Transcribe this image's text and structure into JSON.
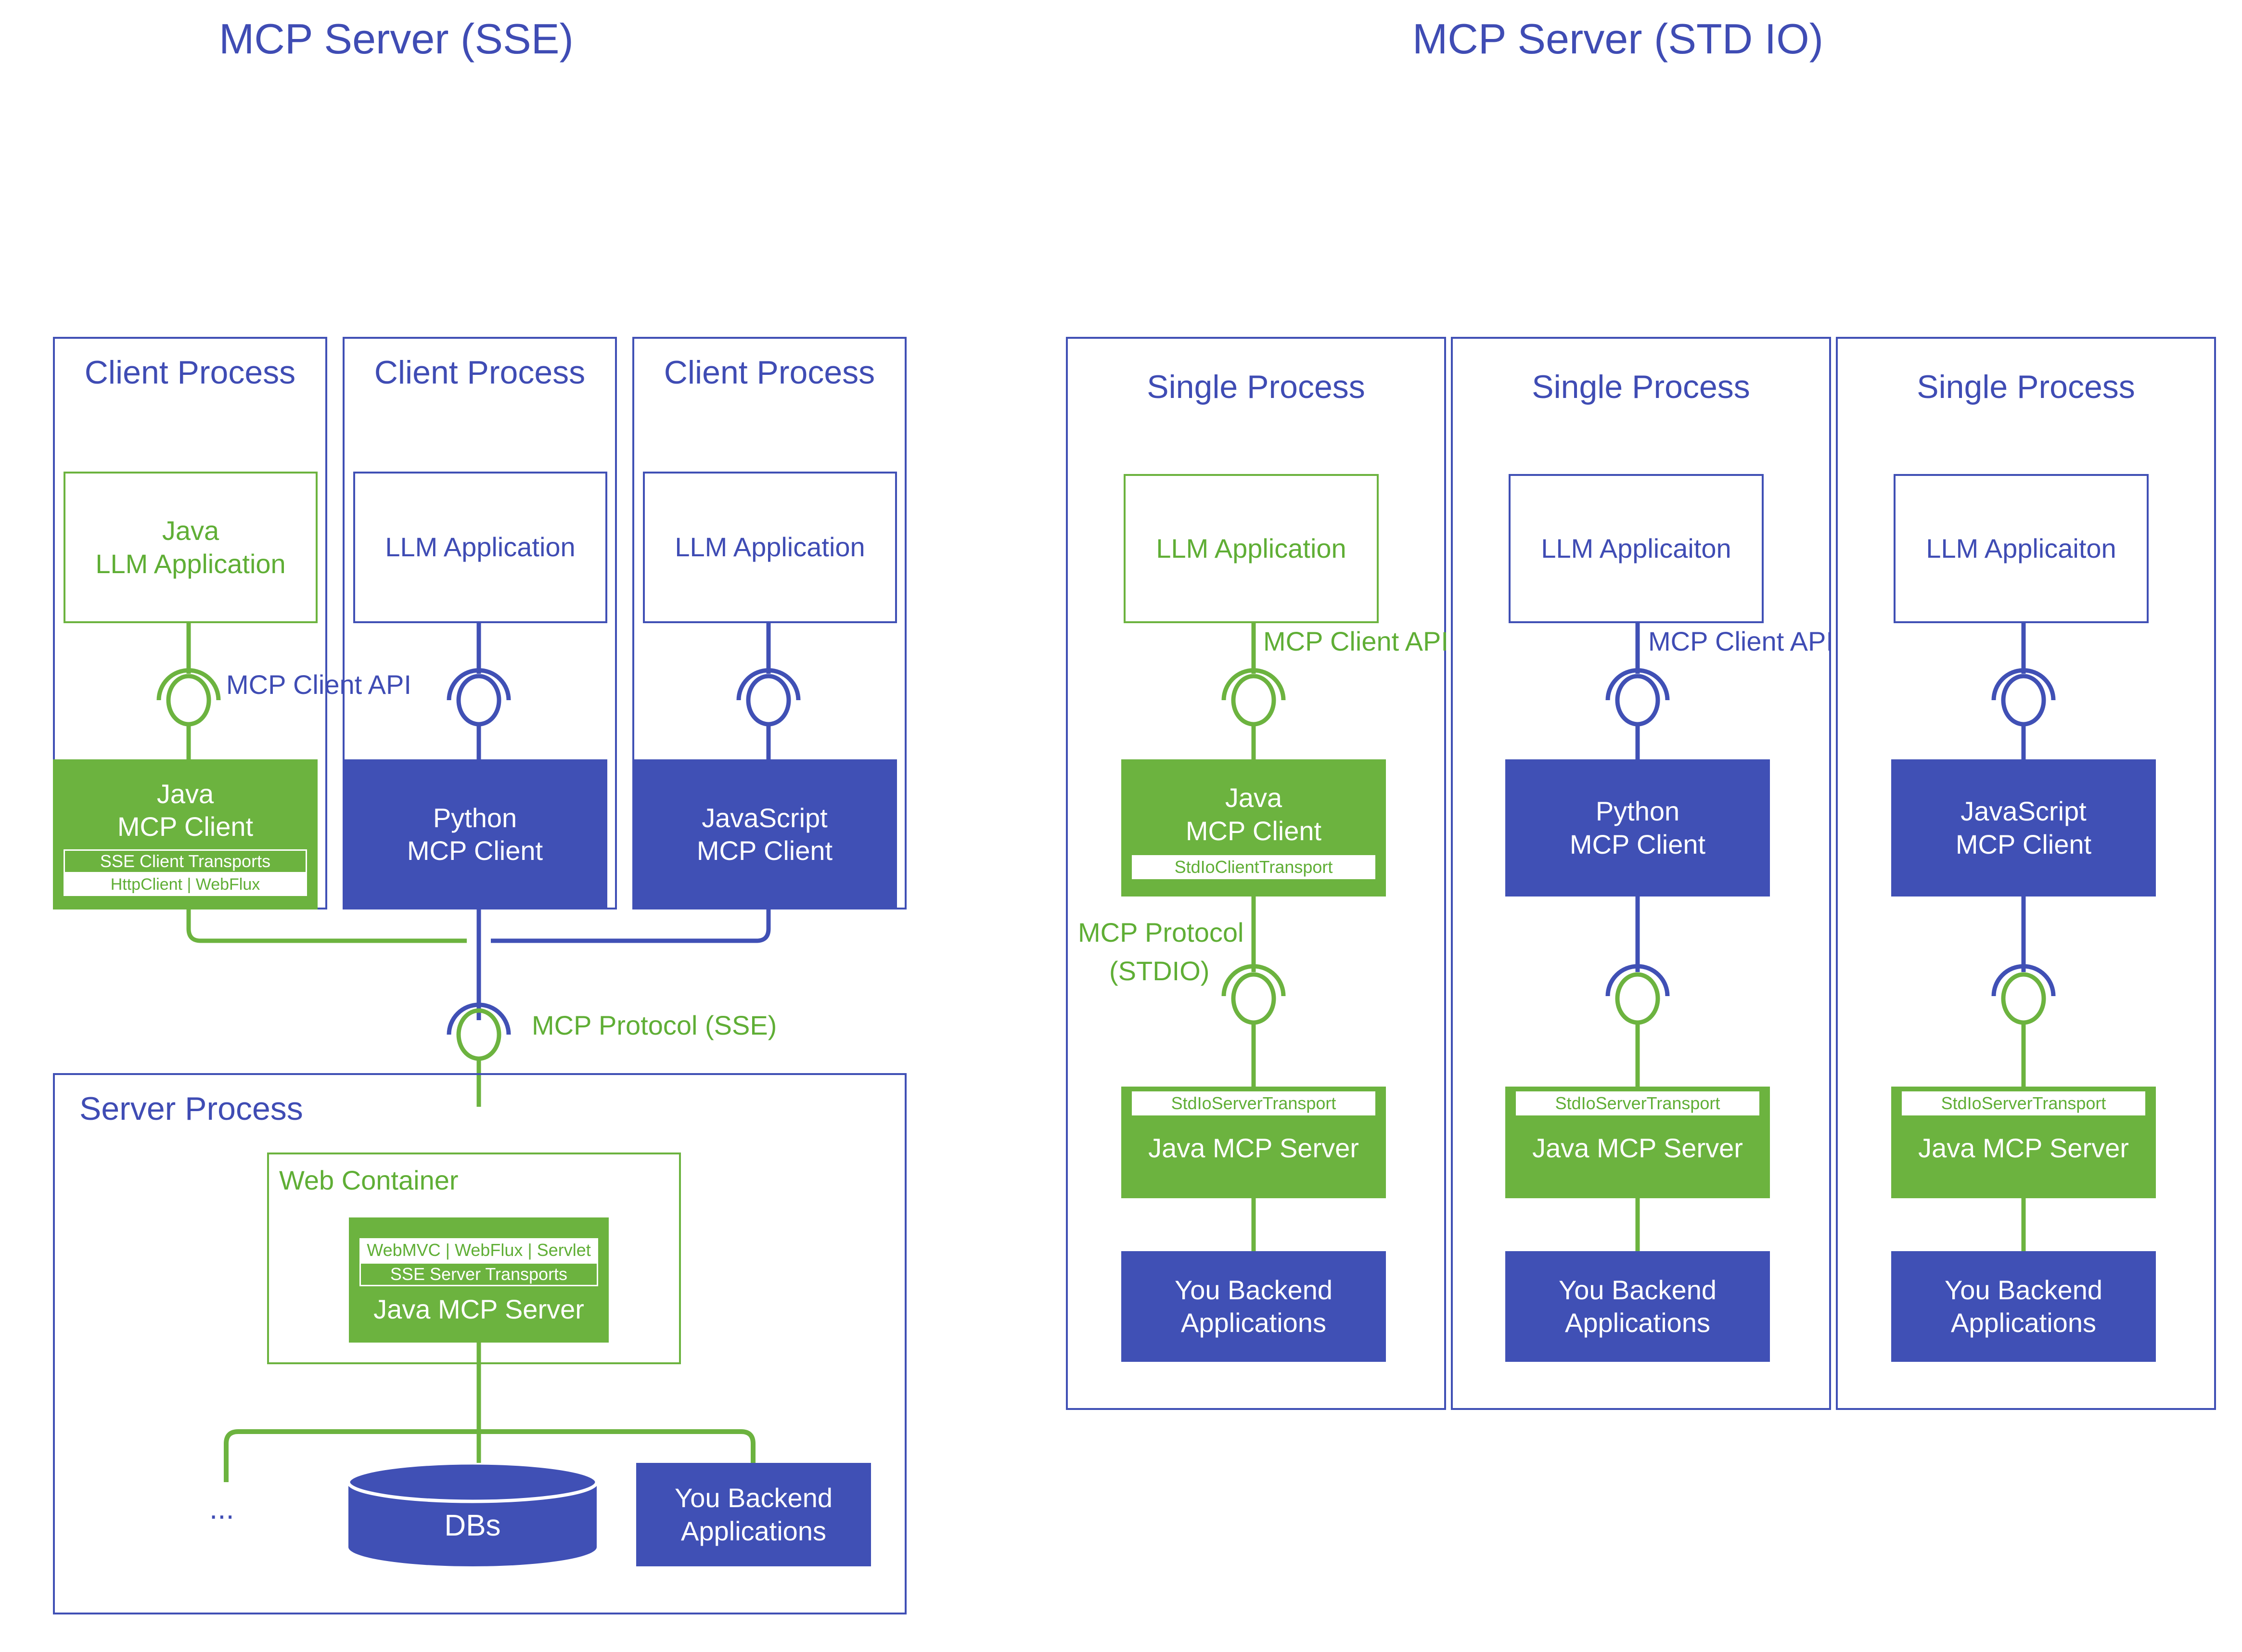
{
  "colors": {
    "green": "#6CB33F",
    "blue": "#4050B5",
    "green_text": "#5FAE35",
    "blue_text": "#3F4CB4",
    "white": "#FFFFFF"
  },
  "left_panel": {
    "title": "MCP Server (SSE)",
    "columns": [
      {
        "process_label": "Client Process",
        "app": {
          "line1": "Java",
          "line2": "LLM Application",
          "style": "outline-green"
        },
        "api_label": "MCP Client API",
        "client": {
          "line1": "Java",
          "line2": "MCP Client",
          "style": "filled-green",
          "strip_top": "SSE Client Transports",
          "strip_bottom": "HttpClient | WebFlux"
        }
      },
      {
        "process_label": "Client Process",
        "app": {
          "line1": "LLM Application",
          "line2": "",
          "style": "outline-blue"
        },
        "api_label": "",
        "client": {
          "line1": "Python",
          "line2": "MCP Client",
          "style": "filled-blue",
          "strip_top": "",
          "strip_bottom": ""
        }
      },
      {
        "process_label": "Client Process",
        "app": {
          "line1": "LLM Application",
          "line2": "",
          "style": "outline-blue"
        },
        "api_label": "",
        "client": {
          "line1": "JavaScript",
          "line2": "MCP Client",
          "style": "filled-blue",
          "strip_top": "",
          "strip_bottom": ""
        }
      }
    ],
    "protocol_label": "MCP Protocol (SSE)",
    "server_process": {
      "process_label": "Server Process",
      "web_container_label": "Web Container",
      "server_box": {
        "strip_top": "WebMVC | WebFlux | Servlet",
        "strip_bottom": "SSE Server Transports",
        "title": "Java MCP Server"
      },
      "ellipsis": "...",
      "db_label": "DBs",
      "backend": {
        "line1": "You Backend",
        "line2": "Applications"
      }
    }
  },
  "right_panel": {
    "title": "MCP Server (STD IO)",
    "columns": [
      {
        "process_label": "Single Process",
        "app": {
          "line1": "LLM Application",
          "style": "outline-green"
        },
        "api_label": "MCP Client API",
        "client": {
          "line1": "Java",
          "line2": "MCP Client",
          "style": "filled-green",
          "strip": "StdIoClientTransport"
        },
        "protocol_label_line1": "MCP Protocol",
        "protocol_label_line2": "(STDIO)",
        "server": {
          "strip": "StdIoServerTransport",
          "title": "Java MCP Server"
        },
        "backend": {
          "line1": "You Backend",
          "line2": "Applications"
        }
      },
      {
        "process_label": "Single Process",
        "app": {
          "line1": "LLM Applicaiton",
          "style": "outline-blue"
        },
        "api_label": "MCP Client API",
        "client": {
          "line1": "Python",
          "line2": "MCP Client",
          "style": "filled-blue",
          "strip": ""
        },
        "protocol_label_line1": "",
        "protocol_label_line2": "",
        "server": {
          "strip": "StdIoServerTransport",
          "title": "Java MCP Server"
        },
        "backend": {
          "line1": "You Backend",
          "line2": "Applications"
        }
      },
      {
        "process_label": "Single Process",
        "app": {
          "line1": "LLM Applicaiton",
          "style": "outline-blue"
        },
        "api_label": "",
        "client": {
          "line1": "JavaScript",
          "line2": "MCP Client",
          "style": "filled-blue",
          "strip": ""
        },
        "protocol_label_line1": "",
        "protocol_label_line2": "",
        "server": {
          "strip": "StdIoServerTransport",
          "title": "Java MCP Server"
        },
        "backend": {
          "line1": "You Backend",
          "line2": "Applications"
        }
      }
    ]
  }
}
